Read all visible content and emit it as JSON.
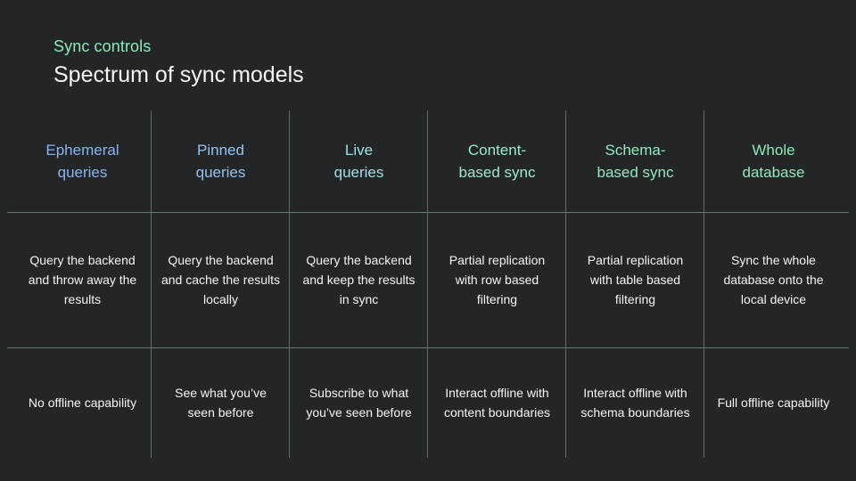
{
  "theme": {
    "background": "#232527",
    "eyebrow_color": "#8ee8b8",
    "title_color": "#f4f5f5",
    "body_text_color": "#f4f5f5",
    "rule_color": "#6b7a78"
  },
  "header": {
    "eyebrow": "Sync controls",
    "title": "Spectrum of sync models"
  },
  "table": {
    "columns": [
      {
        "header": "Ephemeral\nqueries",
        "header_line1": "Ephemeral",
        "header_line2": "queries",
        "header_color": "#8ab4f0",
        "description": "Query the backend and throw away the results",
        "offline": "No offline capability"
      },
      {
        "header": "Pinned\nqueries",
        "header_line1": "Pinned",
        "header_line2": "queries",
        "header_color": "#93c4ee",
        "description": "Query the backend and cache the results locally",
        "offline": "See what you’ve seen before"
      },
      {
        "header": "Live\nqueries",
        "header_line1": "Live",
        "header_line2": "queries",
        "header_color": "#9fe0e6",
        "description": "Query the backend and keep the results in sync",
        "offline": "Subscribe to what you’ve seen before"
      },
      {
        "header": "Content-\nbased sync",
        "header_line1": "Content-",
        "header_line2": "based sync",
        "header_color": "#9ce9d2",
        "description": "Partial replication with row based filtering",
        "offline": "Interact offline with content boundaries"
      },
      {
        "header": "Schema-\nbased sync",
        "header_line1": "Schema-",
        "header_line2": "based sync",
        "header_color": "#92e8c0",
        "description": "Partial replication with table based filtering",
        "offline": "Interact offline with schema boundaries"
      },
      {
        "header": "Whole\ndatabase",
        "header_line1": "Whole",
        "header_line2": "database",
        "header_color": "#8ee8b8",
        "description": "Sync the whole database onto the local device",
        "offline": "Full offline capability"
      }
    ]
  }
}
